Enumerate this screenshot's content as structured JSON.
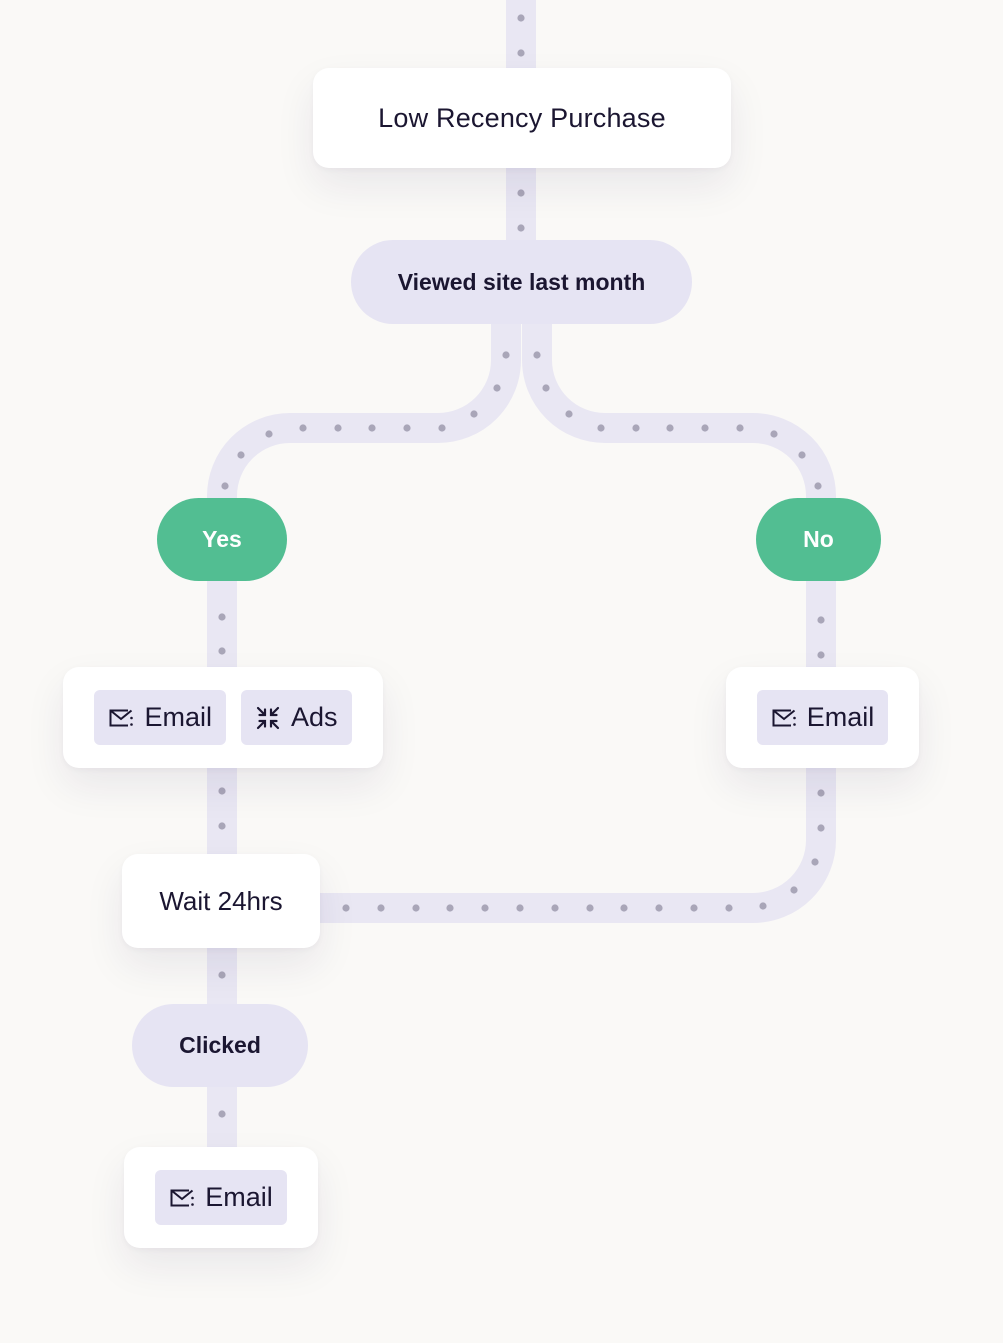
{
  "nodes": {
    "trigger": {
      "label": "Low Recency Purchase"
    },
    "condition": {
      "label": "Viewed site last month"
    },
    "yes": {
      "label": "Yes"
    },
    "no": {
      "label": "No"
    },
    "yes_actions": [
      {
        "label": "Email",
        "icon": "email-icon"
      },
      {
        "label": "Ads",
        "icon": "compress-arrows-icon"
      }
    ],
    "no_actions": [
      {
        "label": "Email",
        "icon": "email-icon"
      }
    ],
    "wait": {
      "label": "Wait 24hrs"
    },
    "clicked": {
      "label": "Clicked"
    },
    "final_actions": [
      {
        "label": "Email",
        "icon": "email-icon"
      }
    ]
  },
  "colors": {
    "background": "#faf9f7",
    "track": "#e9e7f3",
    "dot": "#a9a6b8",
    "pill": "#e6e4f3",
    "green": "#52be92",
    "text": "#1b1631"
  }
}
